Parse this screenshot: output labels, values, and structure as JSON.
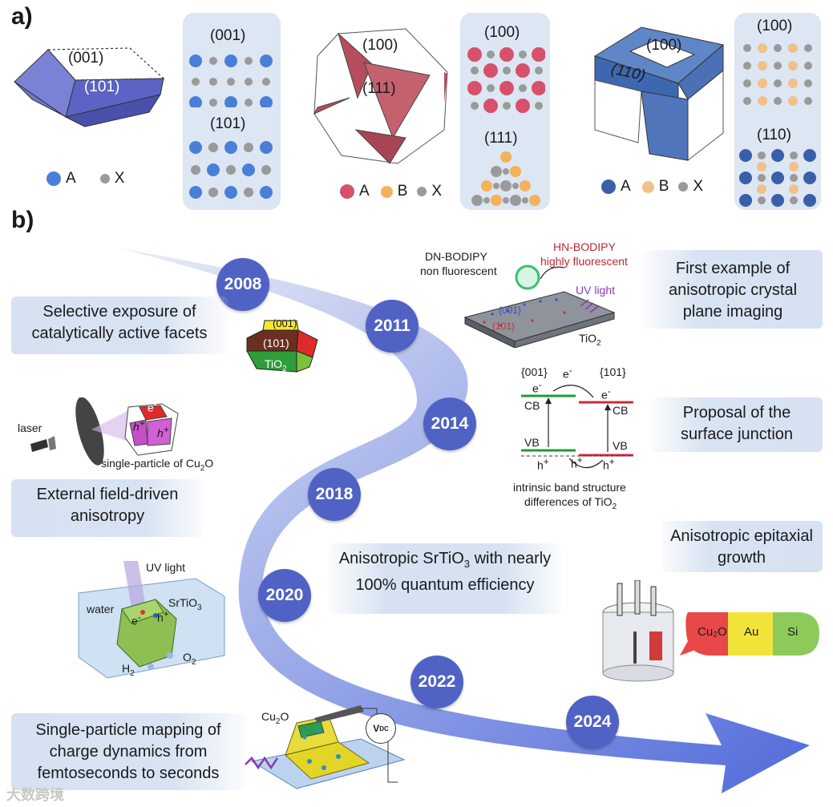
{
  "panels": {
    "a": "a)",
    "b": "b)"
  },
  "facets": {
    "col1": {
      "top": "(001)",
      "front": "(101)"
    },
    "col2": {
      "top": "(100)",
      "front": "(111)"
    },
    "col3": {
      "top": "(100)",
      "front": "(110)"
    }
  },
  "lattice": {
    "box1": {
      "l1": "(001)",
      "l2": "(101)"
    },
    "box2": {
      "l1": "(100)",
      "l2": "(111)"
    },
    "box3": {
      "l1": "(100)",
      "l2": "(110)"
    }
  },
  "legend": {
    "a": "A",
    "b": "B",
    "x": "X"
  },
  "colors": {
    "blue": "#4a7fd8",
    "gray": "#9a9a9a",
    "red": "#d9506a",
    "orange": "#f2b25a",
    "navy": "#3b5ea8",
    "year": "#5063c4",
    "caption": "#d6e2f2"
  },
  "years": [
    "2008",
    "2011",
    "2014",
    "2018",
    "2020",
    "2022",
    "2024"
  ],
  "captions": {
    "c1": "Selective exposure of catalytically active facets",
    "c2": "First example of anisotropic crystal plane imaging",
    "c3": "Proposal of the surface junction",
    "c4": "External field-driven anisotropy",
    "c5": "Anisotropic epitaxial growth",
    "c6_pre": "Anisotropic SrTiO",
    "c6_sub": "3",
    "c6_post": " with nearly 100% quantum efficiency",
    "c7": "Single-particle mapping of charge dynamics from femtoseconds to seconds"
  },
  "crystal2008": {
    "f001": "(001)",
    "f101": "(101)",
    "tio2": "TiO",
    "sub": "2"
  },
  "imaging": {
    "dn": "DN-BODIPY",
    "dn2": "non fluorescent",
    "hn": "HN-BODIPY",
    "hn2": "highly fluorescent",
    "uv": "UV light",
    "p001": "{001}",
    "p101": "{101}",
    "tio2": "TiO",
    "sub": "2"
  },
  "band": {
    "f001": "{001}",
    "f101": "{101}",
    "e": "e",
    "cb": "CB",
    "vb": "VB",
    "h": "h",
    "note1": "intrinsic band structure",
    "note2": "differences of TiO",
    "sub": "2"
  },
  "laser": {
    "laser": "laser",
    "particle": "single-particle of Cu",
    "sub": "2",
    "o": "O",
    "e": "e",
    "h": "h"
  },
  "srtio3": {
    "uv": "UV light",
    "water": "water",
    "name": "SrTiO",
    "sub": "3",
    "e": "e",
    "h": "h",
    "o2": "O",
    "h2": "H"
  },
  "cu2o_bottom": {
    "name": "Cu",
    "sub": "2",
    "o": "O",
    "vdc": "V",
    "dc": "DC"
  },
  "epitaxy": {
    "cu2o": "Cu₂O",
    "au": "Au",
    "si": "Si"
  },
  "watermark": "大数跨境"
}
